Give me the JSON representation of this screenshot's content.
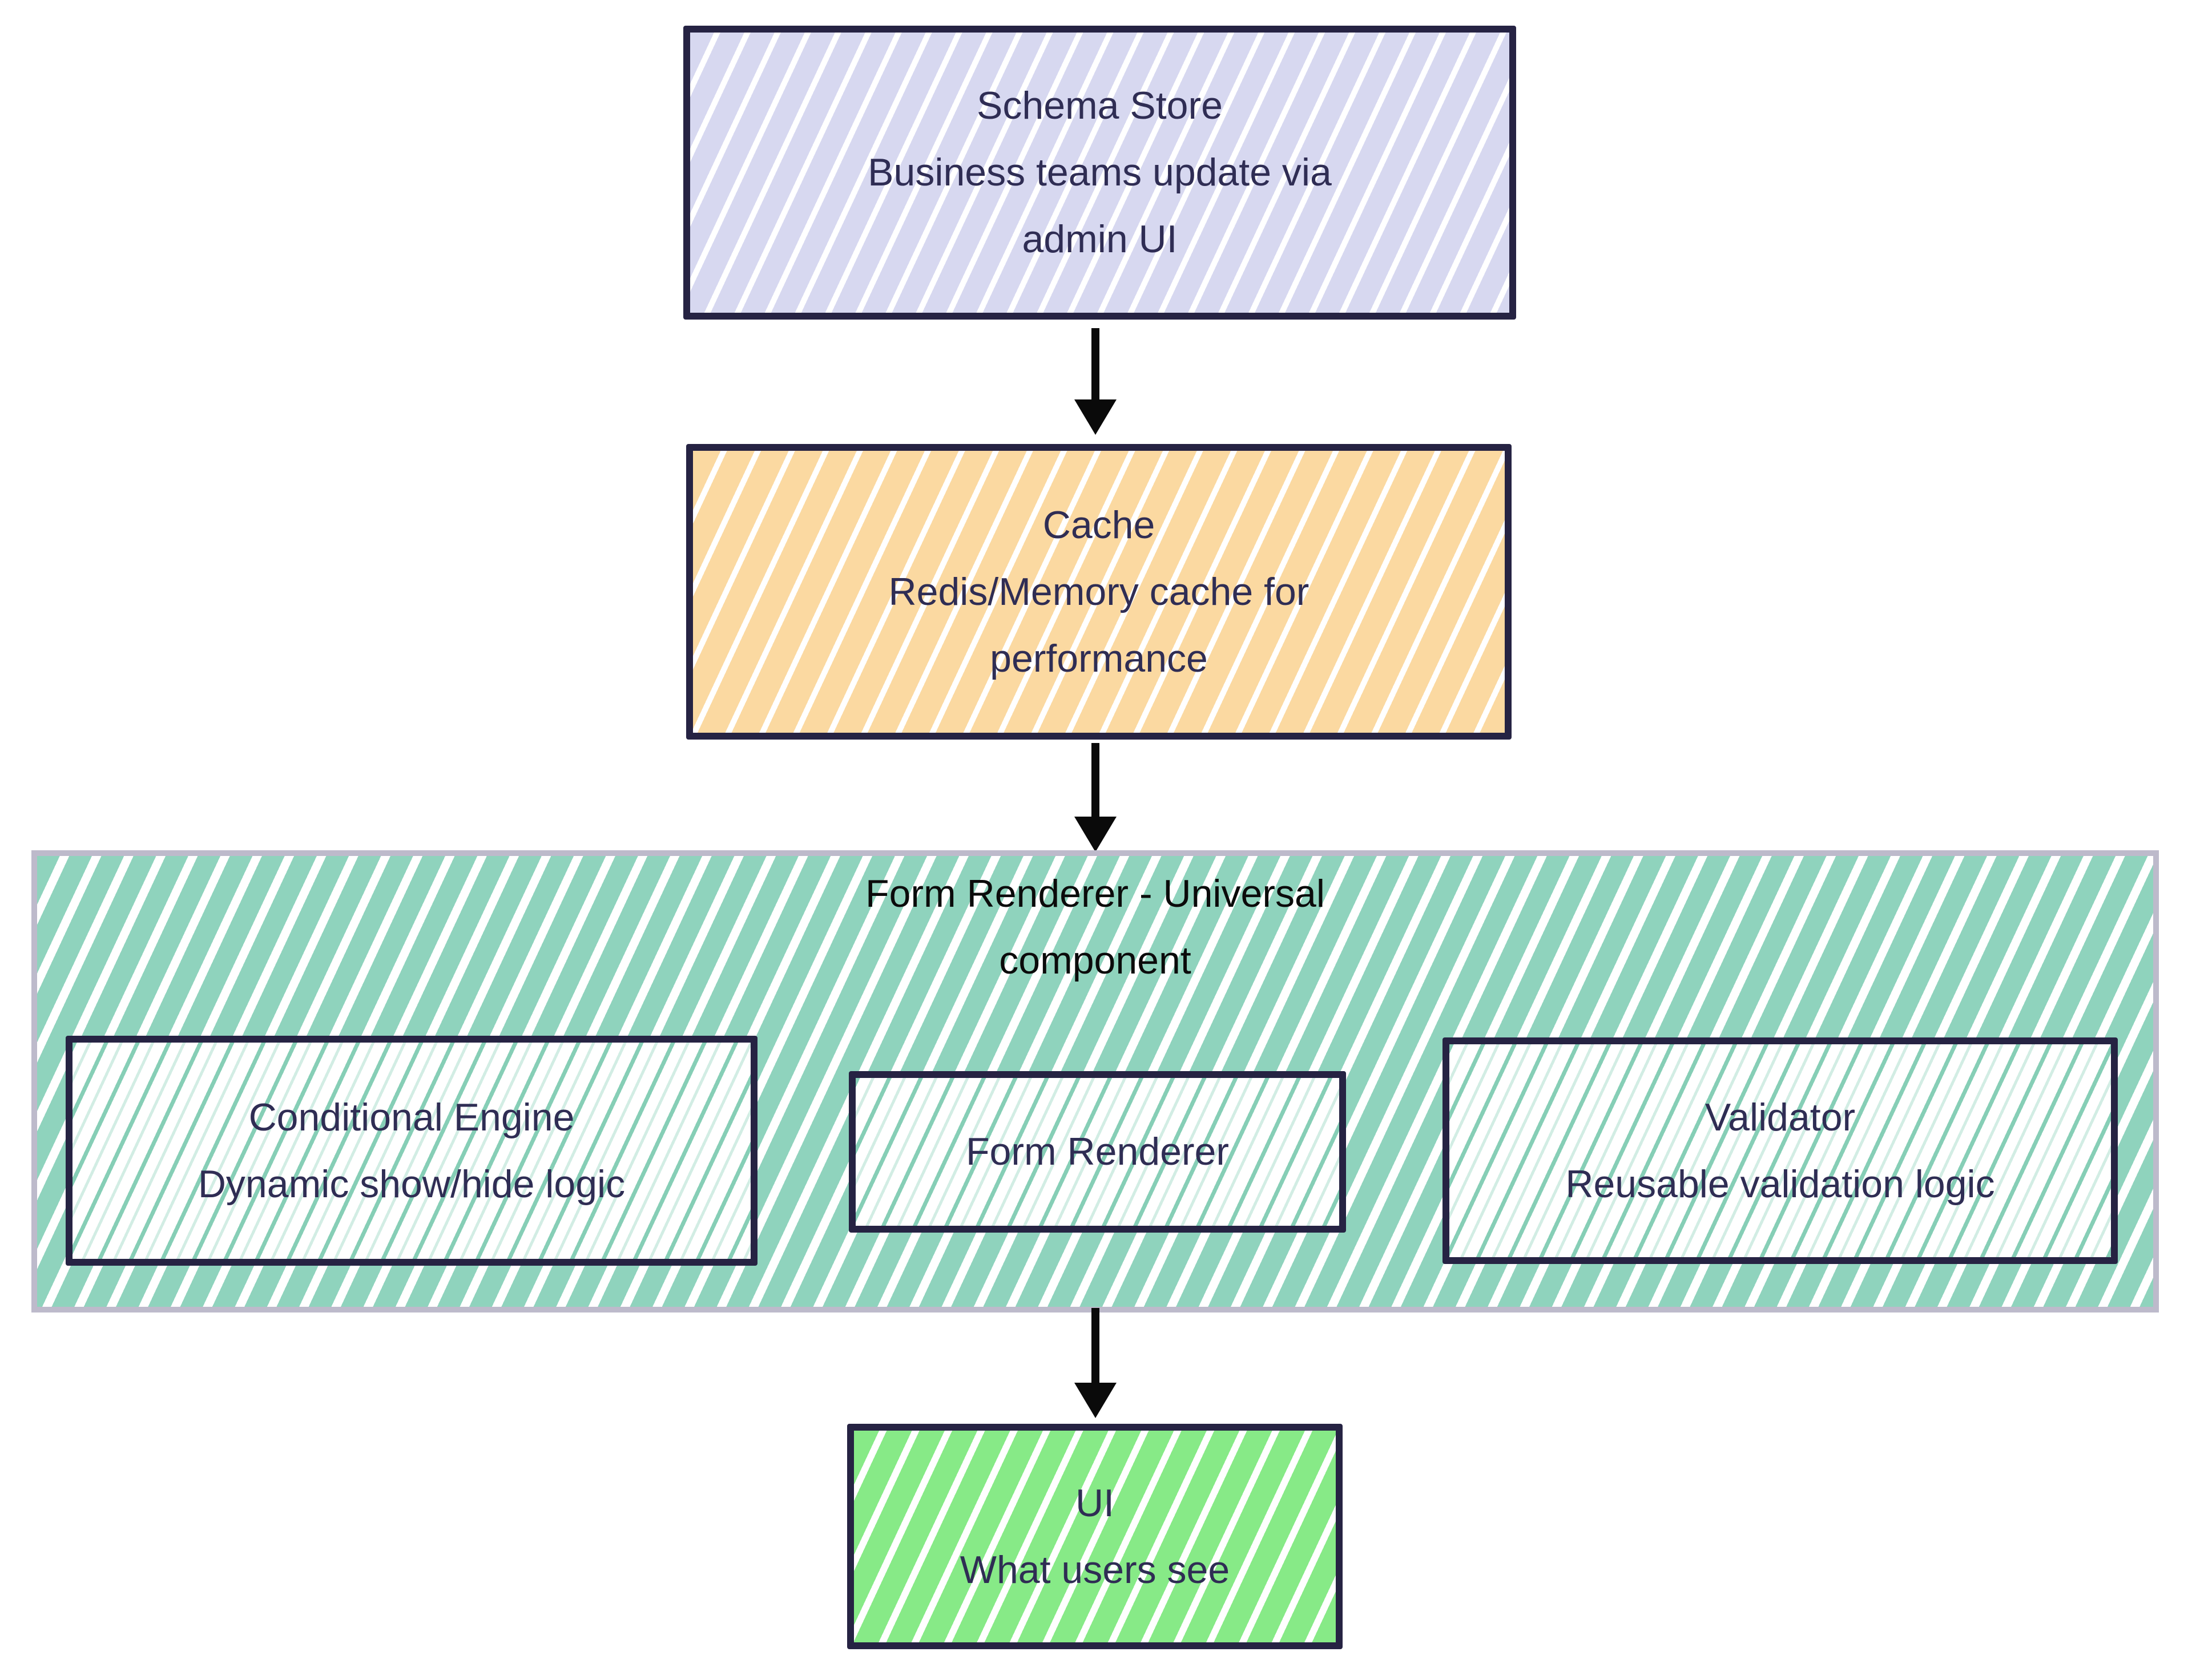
{
  "nodes": {
    "schema_store": {
      "lines": [
        "Schema Store",
        "Business teams update via",
        "admin UI"
      ],
      "fill": "#d7d8f0"
    },
    "cache": {
      "lines": [
        "Cache",
        "Redis/Memory cache for",
        "performance"
      ],
      "fill": "#fbd9a1"
    },
    "form_renderer_container": {
      "title_lines": [
        "Form Renderer - Universal",
        "component"
      ],
      "fill": "#8fd3bd"
    },
    "conditional_engine": {
      "lines": [
        "Conditional Engine",
        "Dynamic show/hide logic"
      ],
      "fill": "#ffffff"
    },
    "form_renderer": {
      "lines": [
        "Form Renderer"
      ],
      "fill": "#ffffff"
    },
    "validator": {
      "lines": [
        "Validator",
        "Reusable validation logic"
      ],
      "fill": "#ffffff"
    },
    "ui": {
      "lines": [
        "UI",
        "What users see"
      ],
      "fill": "#87ea87"
    }
  },
  "edges": [
    {
      "from": "schema_store",
      "to": "cache"
    },
    {
      "from": "cache",
      "to": "form_renderer_container"
    },
    {
      "from": "form_renderer_container",
      "to": "ui"
    }
  ],
  "colors": {
    "background": "#ffffff",
    "node_border": "#262343",
    "container_border": "#bdbacb",
    "hatch_line": "#ffffff",
    "inner_hatch_line": "#7fccb2",
    "arrow": "#0a0a0a",
    "node_text": "#2f2d54",
    "container_title_text": "#0b0b0b"
  }
}
